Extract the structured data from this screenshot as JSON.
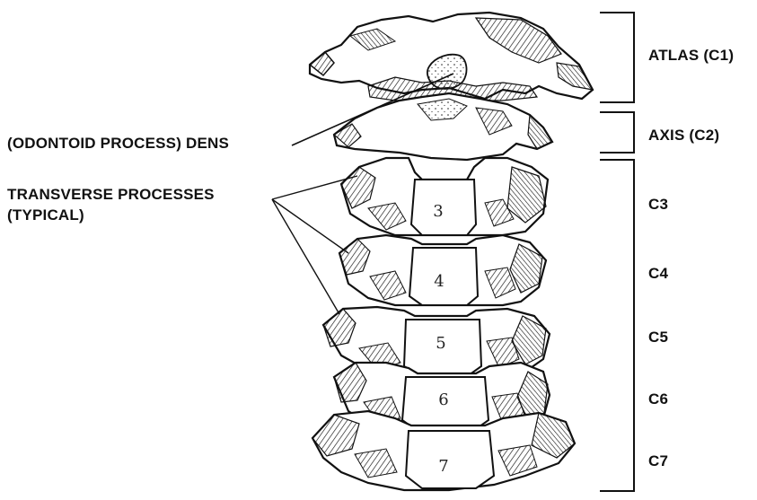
{
  "labels": {
    "atlas": "ATLAS (C1)",
    "axis": "AXIS (C2)",
    "dens": "(ODONTOID PROCESS) DENS",
    "transverse_line1": "TRANSVERSE PROCESSES",
    "transverse_line2": "(TYPICAL)",
    "c3": "C3",
    "c4": "C4",
    "c5": "C5",
    "c6": "C6",
    "c7": "C7"
  },
  "vertebra_numbers": [
    "3",
    "4",
    "5",
    "6",
    "7"
  ],
  "colors": {
    "ink": "#111111",
    "background": "#ffffff"
  }
}
